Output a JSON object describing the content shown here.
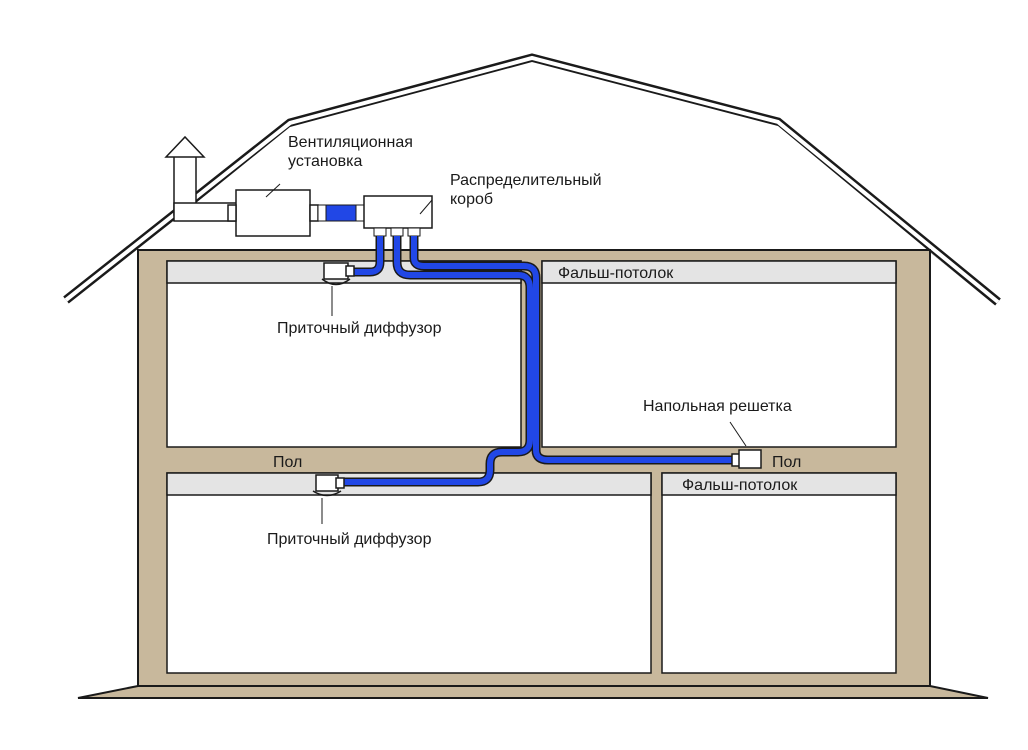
{
  "labels": {
    "ventilation_unit": [
      "Вентиляционная",
      "установка"
    ],
    "distribution_box": [
      "Распределительный",
      "короб"
    ],
    "false_ceiling_upper": "Фальш-потолок",
    "false_ceiling_lower": "Фальш-потолок",
    "supply_diffuser_upper": "Приточный диффузор",
    "supply_diffuser_lower": "Приточный диффузор",
    "floor_grille": "Напольная решетка",
    "floor_left": "Пол",
    "floor_right": "Пол"
  },
  "colors": {
    "wall": "#c8b89c",
    "duct": "#2147e6",
    "duct_dark": "#1530b0",
    "ceiling_strip": "#e4e4e4",
    "outline": "#1a1a1a",
    "roof": "#1a1a1a"
  }
}
